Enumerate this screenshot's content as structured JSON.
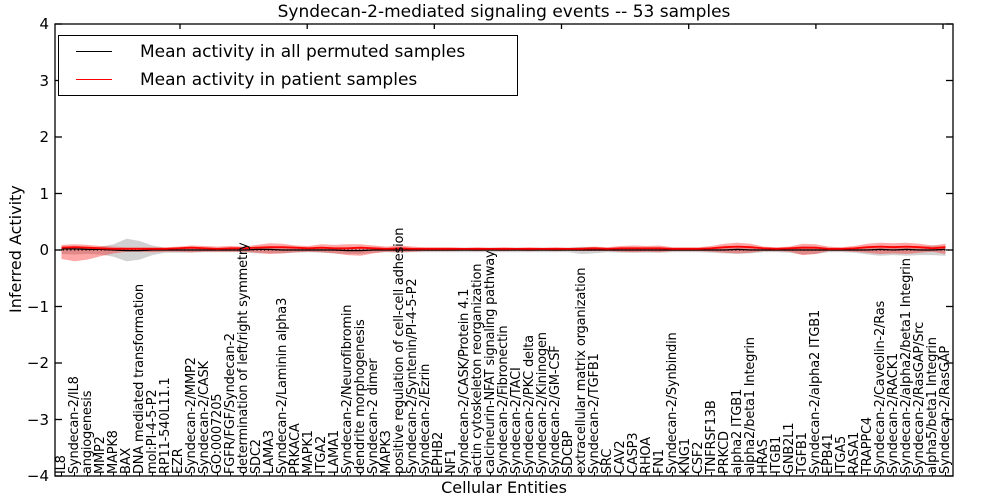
{
  "chart_data": {
    "type": "line",
    "title": "Syndecan-2-mediated signaling events -- 53 samples",
    "xlabel": "Cellular Entities",
    "ylabel": "Inferred Activity",
    "ylim": [
      -4,
      4
    ],
    "ytick_values": [
      4,
      3,
      2,
      1,
      0,
      -1,
      -2,
      -3,
      -4
    ],
    "ytick_labels": [
      "4",
      "3",
      "2",
      "1",
      "0",
      "−1",
      "−2",
      "−3",
      "−4"
    ],
    "grid": false,
    "legend_position": "upper left",
    "zero_line": {
      "y": 0,
      "style": "dotted",
      "color": "#000000"
    },
    "categories": [
      "IL8",
      "Syndecan-2/IL8",
      "angiogenesis",
      "MMP2",
      "MAPK8",
      "BAX",
      "DNA mediated transformation",
      "mol:PI-4-5-P2",
      "RP11-540L11.1",
      "EZR",
      "Syndecan-2/MMP2",
      "Syndecan-2/CASK",
      "GO:0007205",
      "FGFR/FGF/Syndecan-2",
      "determination of left/right symmetry",
      "SDC2",
      "LAMA3",
      "Syndecan-2/Laminin alpha3",
      "PRKACA",
      "MAPK1",
      "ITGA2",
      "LAMA1",
      "Syndecan-2/Neurofibromin",
      "dendrite morphogenesis",
      "Syndecan-2 dimer",
      "MAPK3",
      "positive regulation of cell-cell adhesion",
      "Syndecan-2/Syntenin/PI-4-5-P2",
      "Syndecan-2/Ezrin",
      "EPHB2",
      "NF1",
      "Syndecan-2/CASK/Protein 4.1",
      "actin cytoskeleton reorganization",
      "calcineurin-NFAT signaling pathway",
      "Syndecan-2/Fibronectin",
      "Syndecan-2/TACI",
      "Syndecan-2/PKC delta",
      "Syndecan-2/Kininogen",
      "Syndecan-2/GM-CSF",
      "SDCBP",
      "extracellular matrix organization",
      "Syndecan-2/TGFB1",
      "SRC",
      "CAV2",
      "CASP3",
      "RHOA",
      "FN1",
      "Syndecan-2/Synbindin",
      "KNG1",
      "CSF2",
      "TNFRSF13B",
      "PRKCD",
      "alpha2 ITGB1",
      "alpha2/beta1 Integrin",
      "HRAS",
      "ITGB1",
      "GNB2L1",
      "TGFB1",
      "Syndecan-2/alpha2 ITGB1",
      "EPB41",
      "ITGA5",
      "RASA1",
      "TRAPPC4",
      "Syndecan-2/Caveolin-2/Ras",
      "Syndecan-2/RACK1",
      "Syndecan-2/alpha2/beta1 Integrin",
      "Syndecan-2/RasGAP/Src",
      "alpha5/beta1 Integrin",
      "Syndecan-2/RasGAP"
    ],
    "series": [
      {
        "name": "Mean activity in all permuted samples",
        "color": "#000000",
        "band_color": "rgba(0,0,0,0.18)",
        "values": [
          0.02,
          0.02,
          0.01,
          0.01,
          0,
          -0.01,
          -0.01,
          0,
          0,
          0,
          0,
          0,
          0,
          0,
          0,
          0.01,
          0.01,
          0,
          0,
          0,
          0,
          0,
          -0.01,
          -0.01,
          0,
          0,
          0,
          0,
          0,
          0,
          0,
          0,
          0,
          0,
          0,
          0,
          0,
          0,
          0,
          0,
          0,
          0,
          0,
          0,
          0,
          0,
          0,
          0,
          0,
          0,
          0,
          0,
          0.01,
          0,
          0,
          0,
          0,
          0,
          0,
          0,
          0,
          0,
          0,
          0.01,
          0,
          0.01,
          0,
          0,
          0.01
        ],
        "band_upper": [
          0.05,
          0.06,
          0.05,
          0.06,
          0.1,
          0.2,
          0.16,
          0.08,
          0.04,
          0.04,
          0.04,
          0.04,
          0.04,
          0.04,
          0.04,
          0.05,
          0.05,
          0.05,
          0.04,
          0.04,
          0.04,
          0.04,
          0.05,
          0.05,
          0.04,
          0.04,
          0.04,
          0.04,
          0.04,
          0.04,
          0.04,
          0.04,
          0.04,
          0.04,
          0.04,
          0.04,
          0.04,
          0.04,
          0.04,
          0.04,
          0.06,
          0.05,
          0.04,
          0.04,
          0.05,
          0.04,
          0.05,
          0.04,
          0.04,
          0.04,
          0.04,
          0.05,
          0.06,
          0.05,
          0.04,
          0.04,
          0.04,
          0.07,
          0.06,
          0.04,
          0.04,
          0.04,
          0.06,
          0.07,
          0.07,
          0.07,
          0.06,
          0.08,
          0.07
        ],
        "band_lower": [
          -0.07,
          -0.08,
          -0.07,
          -0.08,
          -0.12,
          -0.2,
          -0.17,
          -0.09,
          -0.05,
          -0.05,
          -0.05,
          -0.04,
          -0.04,
          -0.04,
          -0.04,
          -0.06,
          -0.06,
          -0.06,
          -0.05,
          -0.04,
          -0.05,
          -0.06,
          -0.07,
          -0.07,
          -0.05,
          -0.04,
          -0.05,
          -0.04,
          -0.04,
          -0.04,
          -0.04,
          -0.04,
          -0.04,
          -0.04,
          -0.04,
          -0.04,
          -0.04,
          -0.04,
          -0.04,
          -0.04,
          -0.07,
          -0.06,
          -0.04,
          -0.05,
          -0.05,
          -0.05,
          -0.05,
          -0.04,
          -0.04,
          -0.04,
          -0.05,
          -0.06,
          -0.07,
          -0.06,
          -0.04,
          -0.04,
          -0.05,
          -0.08,
          -0.07,
          -0.04,
          -0.04,
          -0.05,
          -0.08,
          -0.1,
          -0.09,
          -0.1,
          -0.09,
          -0.09,
          -0.1
        ]
      },
      {
        "name": "Mean activity in patient samples",
        "color": "#ff0000",
        "band_color": "rgba(255,0,0,0.35)",
        "values": [
          0.04,
          0.05,
          0.04,
          0.03,
          0.02,
          0.02,
          0.02,
          0.02,
          0.02,
          0.03,
          0.04,
          0.03,
          0.02,
          0.03,
          0.03,
          0.04,
          0.05,
          0.05,
          0.04,
          0.03,
          0.04,
          0.03,
          0.03,
          0.04,
          0.03,
          0.02,
          0.03,
          0.02,
          0.02,
          0.02,
          0.02,
          0.02,
          0.02,
          0.02,
          0.02,
          0.02,
          0.02,
          0.02,
          0.02,
          0.02,
          0.02,
          0.03,
          0.02,
          0.03,
          0.03,
          0.03,
          0.03,
          0.02,
          0.02,
          0.02,
          0.03,
          0.05,
          0.06,
          0.05,
          0.03,
          0.02,
          0.03,
          0.04,
          0.04,
          0.02,
          0.02,
          0.03,
          0.05,
          0.06,
          0.05,
          0.06,
          0.05,
          0.03,
          0.05
        ],
        "band_upper": [
          0.09,
          0.1,
          0.09,
          0.07,
          0.06,
          0.05,
          0.05,
          0.05,
          0.05,
          0.06,
          0.08,
          0.07,
          0.06,
          0.07,
          0.06,
          0.09,
          0.12,
          0.11,
          0.08,
          0.07,
          0.1,
          0.09,
          0.1,
          0.1,
          0.08,
          0.06,
          0.08,
          0.06,
          0.05,
          0.05,
          0.05,
          0.04,
          0.05,
          0.04,
          0.05,
          0.04,
          0.05,
          0.04,
          0.05,
          0.04,
          0.05,
          0.06,
          0.05,
          0.07,
          0.08,
          0.07,
          0.08,
          0.05,
          0.05,
          0.05,
          0.07,
          0.11,
          0.13,
          0.11,
          0.06,
          0.05,
          0.06,
          0.11,
          0.1,
          0.06,
          0.05,
          0.07,
          0.11,
          0.13,
          0.12,
          0.13,
          0.11,
          0.08,
          0.11
        ],
        "band_lower": [
          -0.16,
          -0.2,
          -0.17,
          -0.11,
          -0.06,
          -0.03,
          -0.03,
          -0.04,
          -0.03,
          -0.03,
          -0.04,
          -0.03,
          -0.03,
          -0.03,
          -0.03,
          -0.05,
          -0.07,
          -0.06,
          -0.04,
          -0.03,
          -0.04,
          -0.06,
          -0.09,
          -0.1,
          -0.06,
          -0.03,
          -0.04,
          -0.03,
          -0.02,
          -0.02,
          -0.02,
          -0.01,
          -0.02,
          -0.01,
          -0.02,
          -0.01,
          -0.02,
          -0.01,
          -0.02,
          -0.01,
          -0.02,
          -0.02,
          -0.02,
          -0.03,
          -0.04,
          -0.03,
          -0.04,
          -0.02,
          -0.02,
          -0.02,
          -0.03,
          -0.05,
          -0.06,
          -0.05,
          -0.02,
          -0.02,
          -0.03,
          -0.09,
          -0.07,
          -0.02,
          -0.02,
          -0.03,
          -0.05,
          -0.07,
          -0.06,
          -0.07,
          -0.05,
          -0.03,
          -0.07
        ]
      }
    ]
  }
}
